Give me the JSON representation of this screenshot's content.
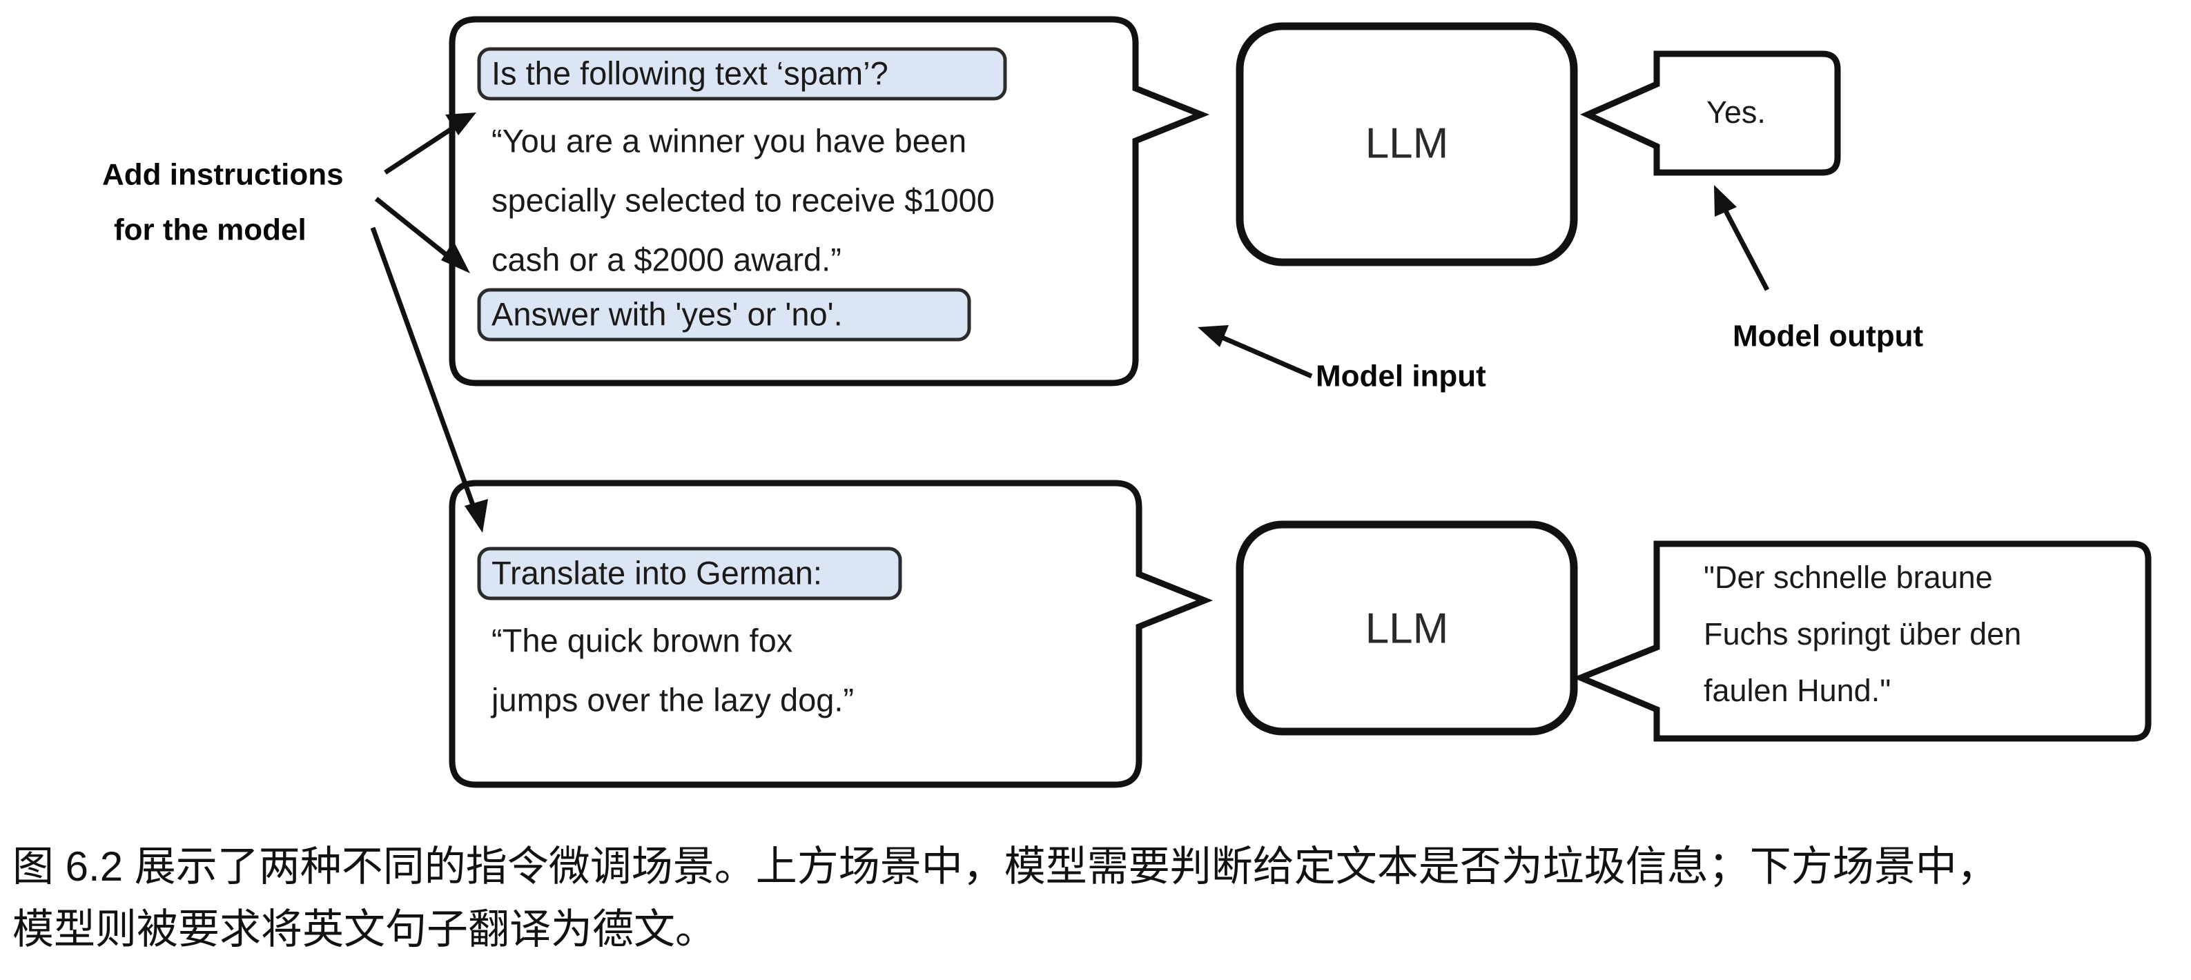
{
  "figure": {
    "left_annotation": {
      "line1": "Add instructions",
      "line2": "for the model"
    },
    "input_label": "Model input",
    "output_label": "Model output",
    "scenarios": [
      {
        "id": "spam-classification",
        "instruction_badge": "Is the following text ‘spam’?",
        "body_lines": [
          "“You are a winner you have been",
          "specially selected to receive $1000",
          "cash or a $2000 award.”"
        ],
        "format_badge": "Answer with 'yes' or 'no'.",
        "model_label": "LLM",
        "output_lines": [
          "Yes."
        ]
      },
      {
        "id": "german-translation",
        "instruction_badge": "Translate into German:",
        "body_lines": [
          "“The quick brown fox",
          "jumps over the lazy dog.”"
        ],
        "format_badge": null,
        "model_label": "LLM",
        "output_lines": [
          "\"Der schnelle braune",
          "Fuchs springt über den",
          "faulen Hund.\""
        ]
      }
    ]
  },
  "caption": {
    "line1": "图 6.2 展示了两种不同的指令微调场景。上方场景中，模型需要判断给定文本是否为垃圾信息；下方场景中，",
    "line2": "模型则被要求将英文句子翻译为德文。"
  },
  "colors": {
    "highlight_fill": "#dbe5f3",
    "stroke": "#111111",
    "background": "#ffffff"
  }
}
